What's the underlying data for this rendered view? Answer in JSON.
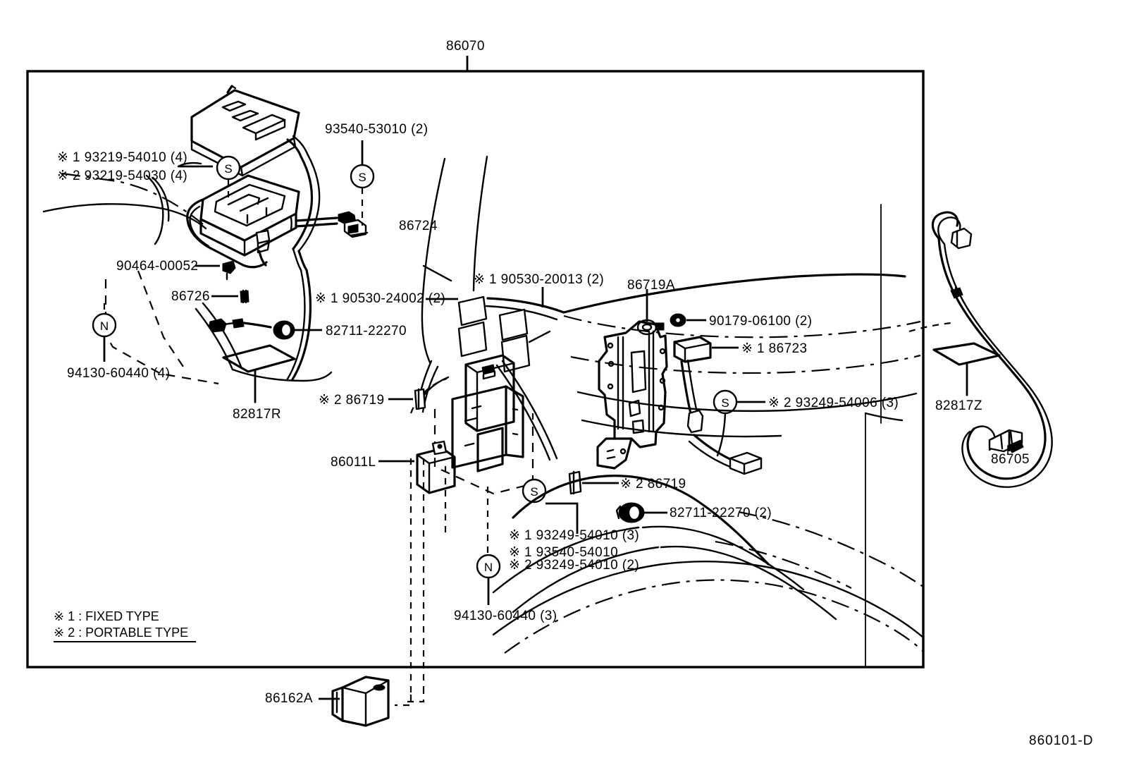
{
  "diagram": {
    "id_code": "860101-D",
    "top_assembly": "86070",
    "ast1_glyph": "※1",
    "ast2_glyph": "※2",
    "s_marker": "S",
    "n_marker": "N"
  },
  "legend": {
    "line1": "※ 1 : FIXED TYPE",
    "line2": "※ 2 : PORTABLE TYPE"
  },
  "labels": {
    "top_86070": "86070",
    "l_93540_53010": "93540-53010 (2)",
    "l_93219_54010": "※ 1 93219-54010 (4)",
    "l_93219_54030": "※ 2 93219-54030 (4)",
    "l_86724": "86724",
    "l_90464_00052": "90464-00052",
    "l_86726": "86726",
    "l_94130_60440_4": "94130-60440 (4)",
    "l_82817R": "82817R",
    "l_90530_24002": "※ 1 90530-24002 (2)",
    "l_82711_22270": "82711-22270",
    "l_90530_20013": "※ 1 90530-20013 (2)",
    "l_86719A": "86719A",
    "l_90179_06100": "90179-06100 (2)",
    "l_86723": "※ 1 86723",
    "l_93249_54006": "※ 2 93249-54006 (3)",
    "l_82817Z": "82817Z",
    "l_86705": "86705",
    "l_86719_left": "※ 2 86719",
    "l_86011L": "86011L",
    "l_86719_mid": "※ 2 86719",
    "l_82711_22270_2": "82711-22270 (2)",
    "l_93249_54010_3": "※ 1 93249-54010 (3)",
    "l_93540_54010": "※ 1 93540-54010",
    "l_93249_54010_2": "※ 2 93249-54010 (2)",
    "l_94130_60440_3": "94130-60440 (3)",
    "l_86162A": "86162A",
    "diagram_id": "860101-D"
  },
  "colors": {
    "ink": "#000000",
    "paper": "#ffffff"
  }
}
